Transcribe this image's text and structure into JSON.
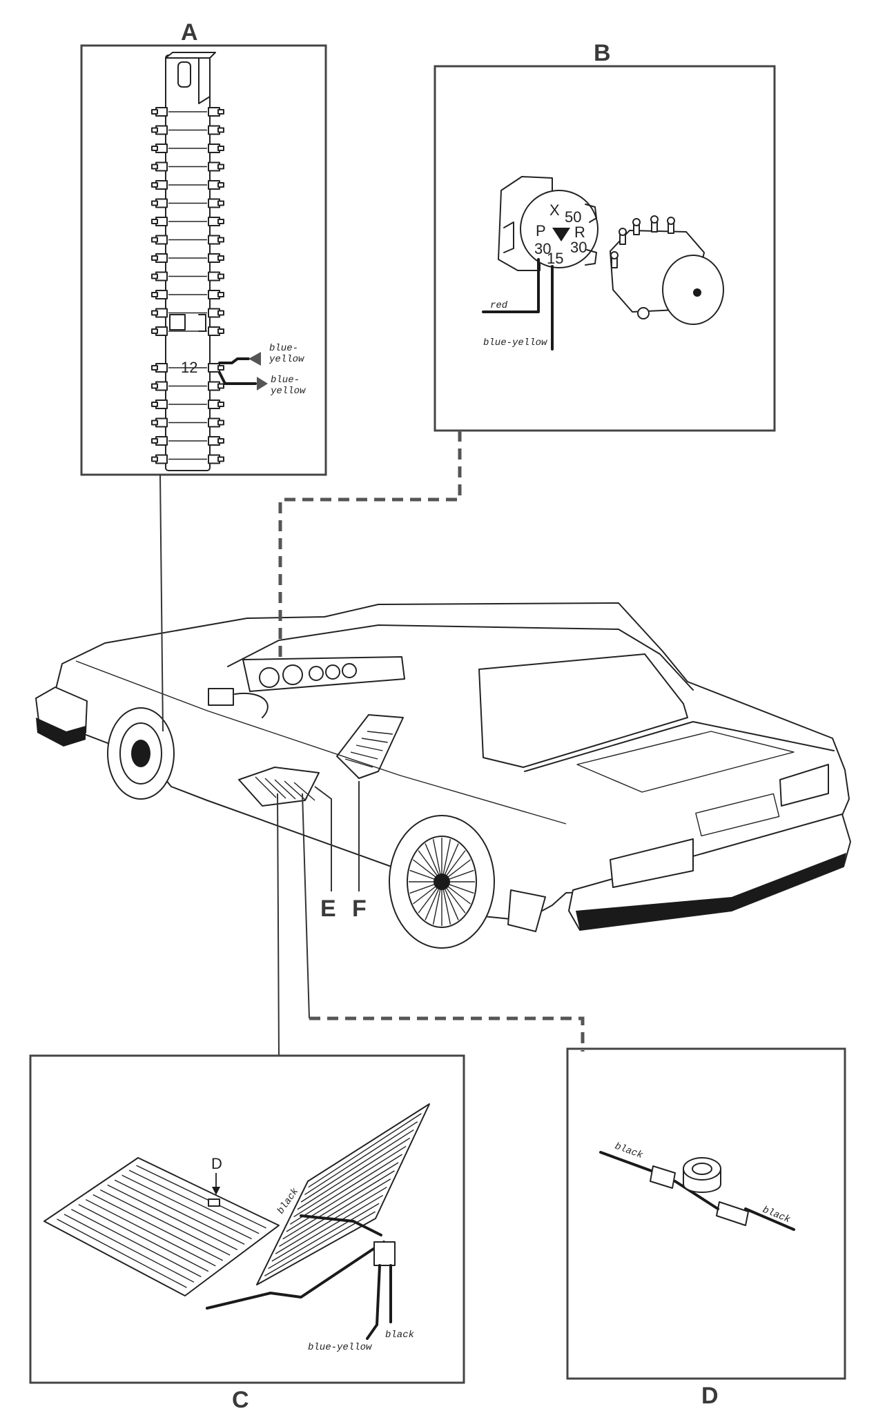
{
  "panels": {
    "A": {
      "letter": "A",
      "terminal_number": "12",
      "wire_label_1_line1": "blue-",
      "wire_label_1_line2": "yellow",
      "wire_label_2_line1": "blue-",
      "wire_label_2_line2": "yellow"
    },
    "B": {
      "letter": "B",
      "terminal_marks": [
        "X",
        "50",
        "P",
        "R",
        "30",
        "30",
        "15"
      ],
      "wire_label_red": "red",
      "wire_label_blue_yellow": "blue-yellow"
    },
    "C": {
      "letter": "C",
      "pointer_letter": "D",
      "wire_label_black_1": "black",
      "wire_label_black_2": "black",
      "wire_label_blue_yellow": "blue-yellow"
    },
    "D": {
      "letter": "D",
      "wire_label_black_left": "black",
      "wire_label_black_right": "black"
    }
  },
  "car_callouts": {
    "E": "E",
    "F": "F"
  },
  "colors": {
    "ink": "#222222",
    "frame": "#444444",
    "leader": "#555555",
    "paper": "#ffffff"
  }
}
